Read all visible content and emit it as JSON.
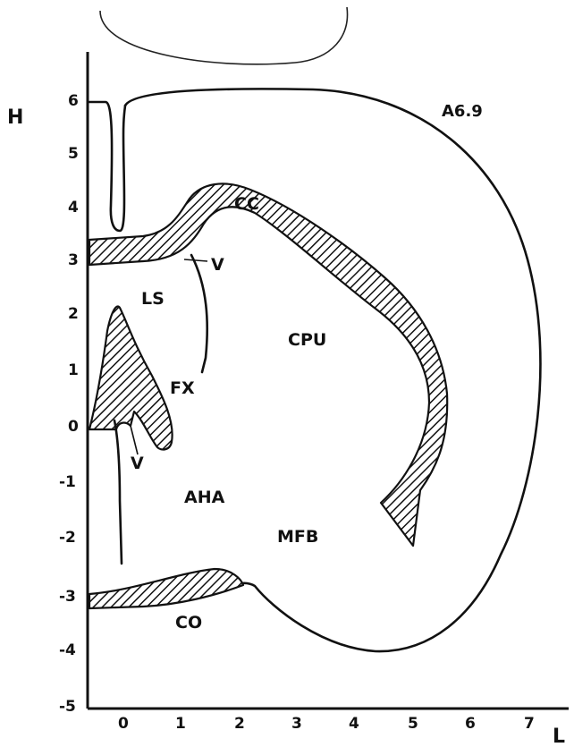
{
  "figure": {
    "section_label": "A6.9",
    "axes": {
      "vertical_label": "H",
      "horizontal_label": "L",
      "y_ticks": [
        "6",
        "5",
        "4",
        "3",
        "2",
        "1",
        "0",
        "-1",
        "-2",
        "-3",
        "-4",
        "-5"
      ],
      "x_ticks": [
        "0",
        "1",
        "2",
        "3",
        "4",
        "5",
        "6",
        "7"
      ]
    },
    "regions": {
      "cc": "CC",
      "ls": "LS",
      "v_upper": "V",
      "cpu": "CPU",
      "fx": "FX",
      "v_lower": "V",
      "aha": "AHA",
      "mfb": "MFB",
      "co": "CO"
    }
  }
}
